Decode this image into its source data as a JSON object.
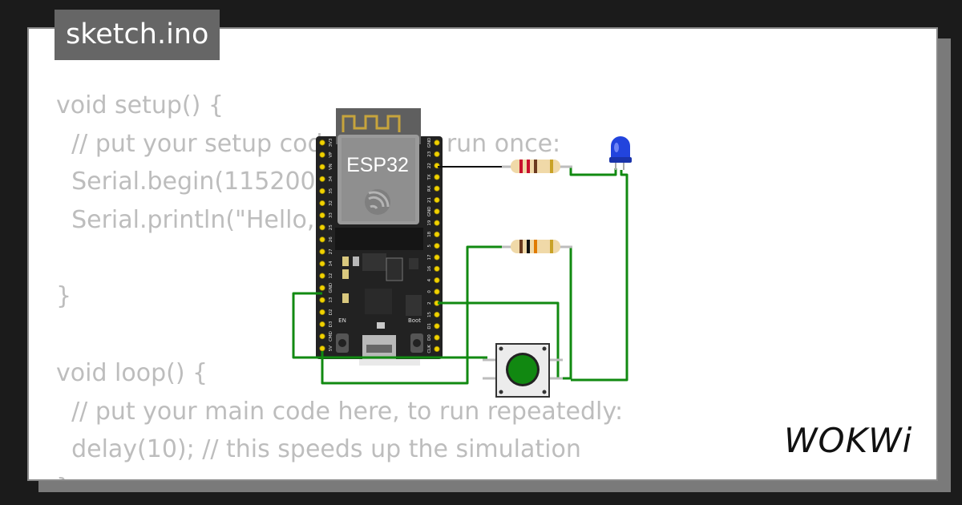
{
  "tab": {
    "filename": "sketch.ino"
  },
  "code_lines": [
    "void setup() {",
    "  // put your setup code here, to run once:",
    "  Serial.begin(115200);",
    "  Serial.println(\"Hello, ESP32!\");",
    "",
    "}",
    "",
    "void loop() {",
    "  // put your main code here, to run repeatedly:",
    "  delay(10); // this speeds up the simulation",
    "}"
  ],
  "board": {
    "name": "ESP32",
    "en_label": "EN",
    "boot_label": "Boot",
    "left_pins": [
      "3V3",
      "VP",
      "VN",
      "34",
      "35",
      "32",
      "33",
      "25",
      "26",
      "27",
      "14",
      "12",
      "GND",
      "13",
      "D2",
      "D3",
      "CMD",
      "5V"
    ],
    "right_pins": [
      "GND",
      "23",
      "22",
      "TX",
      "RX",
      "21",
      "GND",
      "19",
      "18",
      "5",
      "17",
      "16",
      "4",
      "0",
      "2",
      "15",
      "D1",
      "D0",
      "CLK"
    ]
  },
  "brand": {
    "logo": "WOKWi"
  },
  "colors": {
    "background": "#1b1b1b",
    "card": "#ffffff",
    "tab": "#666666",
    "code_text": "#bdbdbd",
    "board": "#222222",
    "wire": "#118a11",
    "led": "#2244dd",
    "button_cap": "#118811"
  }
}
